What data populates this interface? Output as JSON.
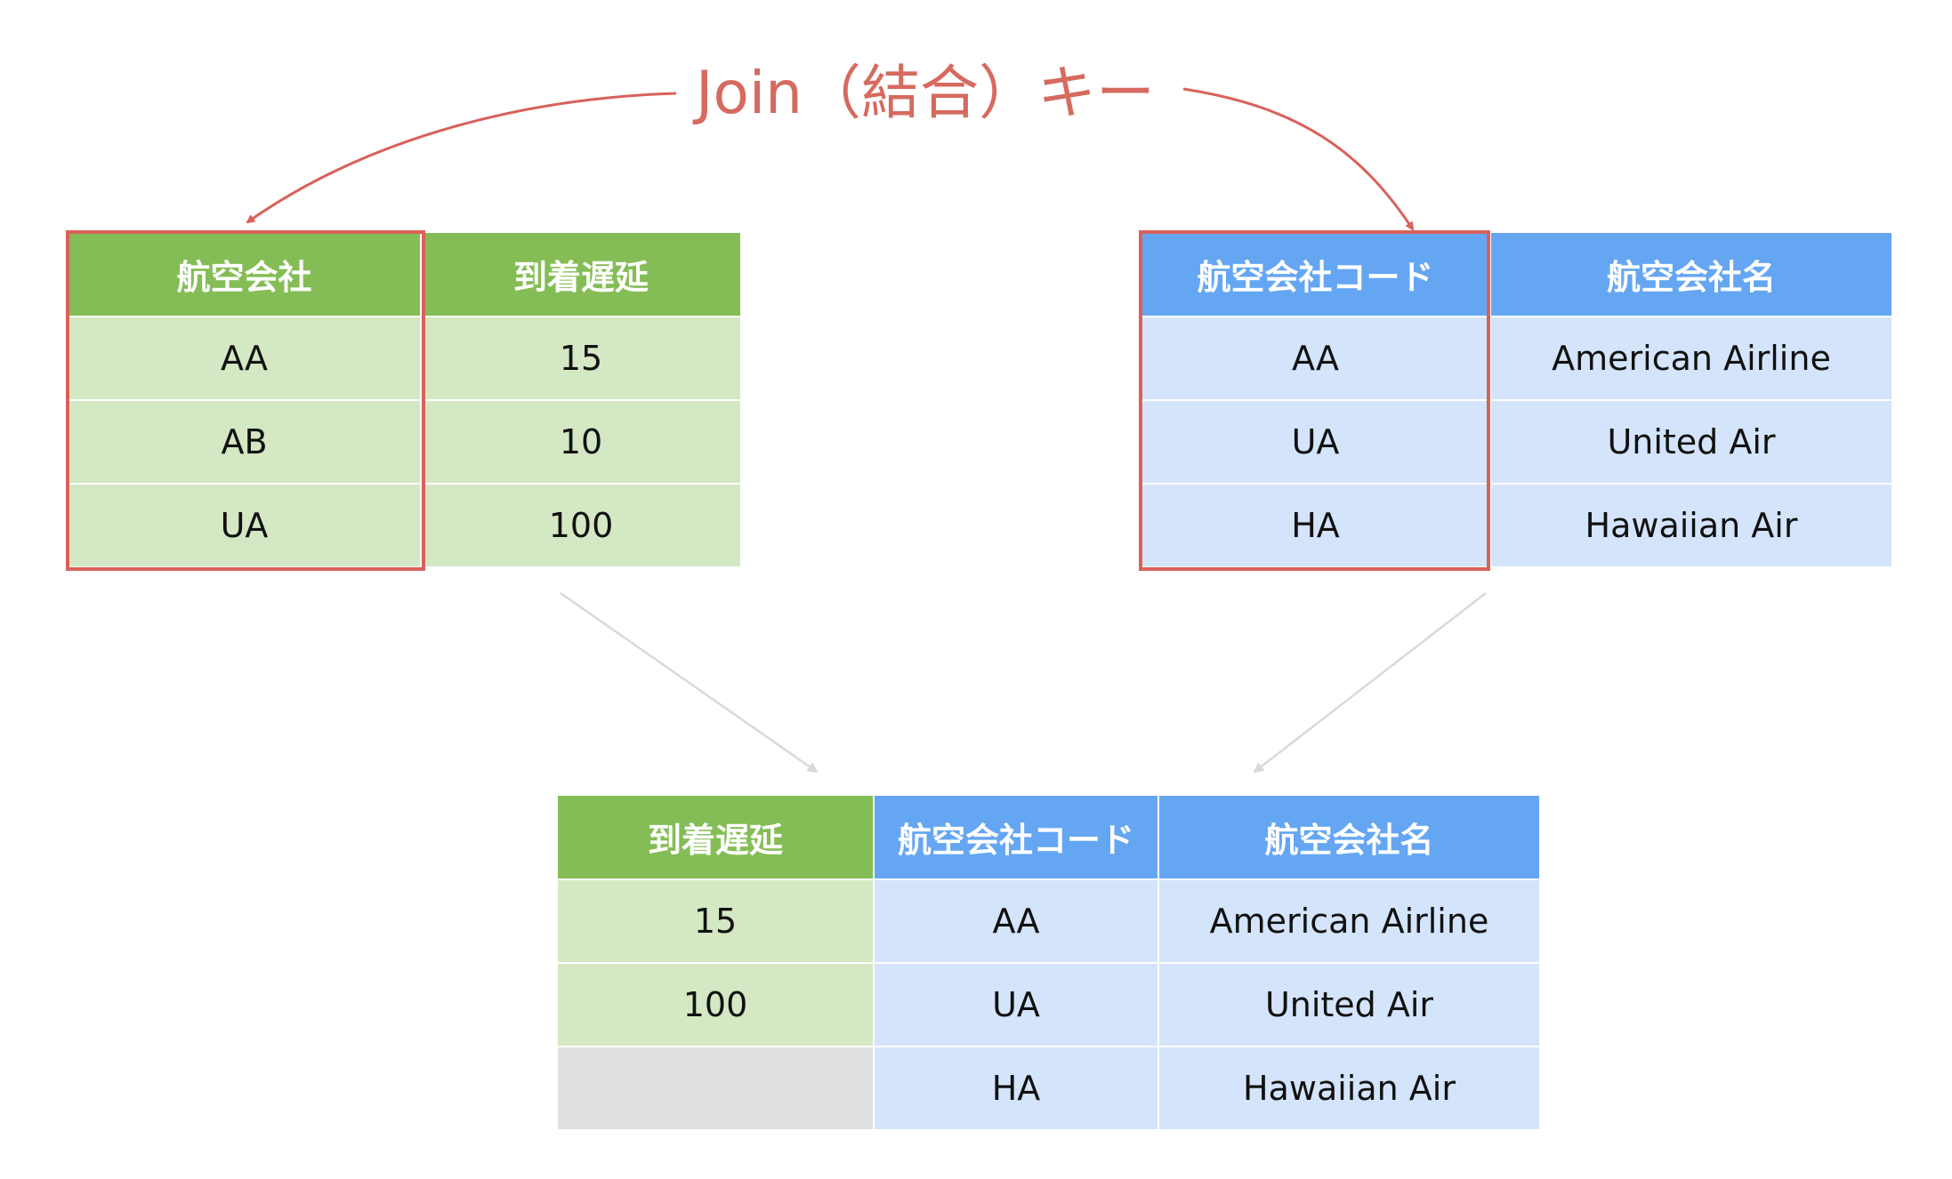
{
  "join_label": "Join（結合）キー",
  "left_table": {
    "headers": [
      "航空会社",
      "到着遅延"
    ],
    "rows": [
      [
        "AA",
        "15"
      ],
      [
        "AB",
        "10"
      ],
      [
        "UA",
        "100"
      ]
    ]
  },
  "right_table": {
    "headers": [
      "航空会社コード",
      "航空会社名"
    ],
    "rows": [
      [
        "AA",
        "American Airline"
      ],
      [
        "UA",
        "United Air"
      ],
      [
        "HA",
        "Hawaiian Air"
      ]
    ]
  },
  "result_table": {
    "headers": [
      "到着遅延",
      "航空会社コード",
      "航空会社名"
    ],
    "rows": [
      [
        "15",
        "AA",
        "American Airline"
      ],
      [
        "100",
        "UA",
        "United Air"
      ],
      [
        "",
        "HA",
        "Hawaiian Air"
      ]
    ]
  },
  "colors": {
    "key_highlight": "#d9615a",
    "label": "#d66a5f",
    "green_header": "#84bd55",
    "green_cell": "#d4e8c3",
    "blue_header": "#65a6f3",
    "blue_cell": "#d4e4fa",
    "empty_cell": "#dedfe0",
    "flow_arrow": "#d9d9d9"
  }
}
